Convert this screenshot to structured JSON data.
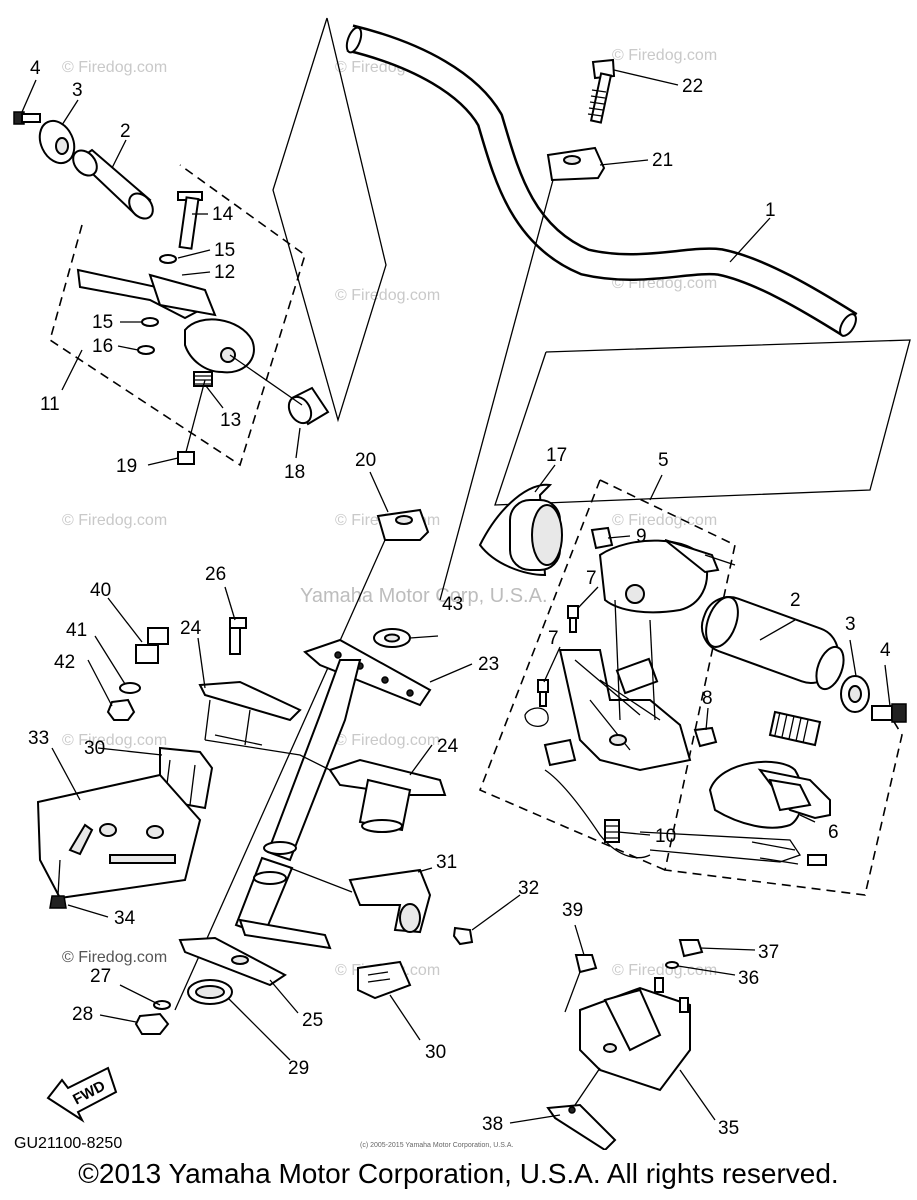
{
  "diagram": {
    "watermark": "© Firedog.com",
    "center_watermark": "Yamaha Motor Corp, U.S.A.",
    "drawing_code": "GU21100-8250",
    "direction_label": "FWD",
    "small_copyright": "(c) 2005-2015 Yamaha Motor Corporation, U.S.A.",
    "copyright": "©2013 Yamaha Motor Corporation, U.S.A. All rights reserved.",
    "callouts": {
      "n1": "1",
      "n2a": "2",
      "n2b": "2",
      "n3a": "3",
      "n3b": "3",
      "n4a": "4",
      "n4b": "4",
      "n5": "5",
      "n6": "6",
      "n7a": "7",
      "n7b": "7",
      "n8": "8",
      "n9": "9",
      "n10": "10",
      "n11": "11",
      "n12": "12",
      "n13": "13",
      "n14": "14",
      "n15a": "15",
      "n15b": "15",
      "n16": "16",
      "n17": "17",
      "n18": "18",
      "n19": "19",
      "n20": "20",
      "n21": "21",
      "n22": "22",
      "n23": "23",
      "n24a": "24",
      "n24b": "24",
      "n25": "25",
      "n26": "26",
      "n27": "27",
      "n28": "28",
      "n29": "29",
      "n30a": "30",
      "n30b": "30",
      "n31": "31",
      "n32": "32",
      "n33": "33",
      "n34": "34",
      "n35": "35",
      "n36": "36",
      "n37": "37",
      "n38": "38",
      "n39": "39",
      "n40": "40",
      "n41": "41",
      "n42": "42",
      "n43": "43"
    }
  }
}
